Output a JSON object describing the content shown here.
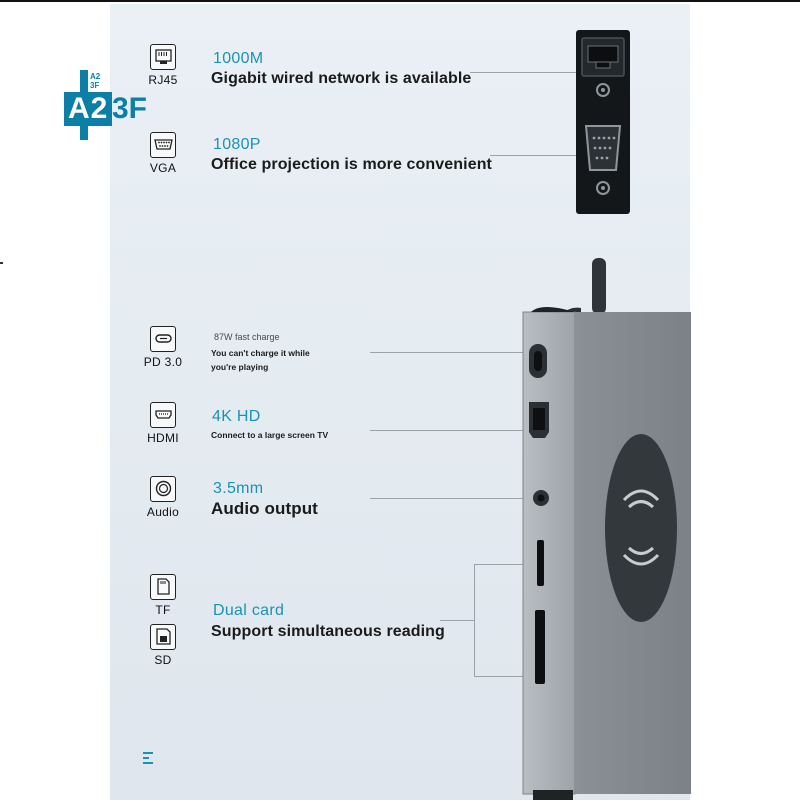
{
  "logo": {
    "big": "A2",
    "big_right": "3F",
    "small_top": "A2",
    "small_bottom": "3F"
  },
  "features": [
    {
      "port_label": "RJ45",
      "headline": "1000M",
      "description": "Gigabit wired network is available",
      "icon": "ethernet-port-icon"
    },
    {
      "port_label": "VGA",
      "headline": "1080P",
      "description": "Office projection is more convenient",
      "icon": "vga-port-icon"
    },
    {
      "port_label": "PD 3.0",
      "headline": "87W fast charge",
      "description_line1": "You can't charge it while",
      "description_line2": "you're playing",
      "icon": "usb-c-port-icon"
    },
    {
      "port_label": "HDMI",
      "headline": "4K HD",
      "description": "Connect to a large screen TV",
      "icon": "hdmi-port-icon"
    },
    {
      "port_label": "Audio",
      "headline": "3.5mm",
      "description": "Audio output",
      "icon": "audio-jack-icon"
    },
    {
      "port_label": "TF",
      "headline": "Dual card",
      "description": "Support simultaneous reading",
      "icon": "tf-card-icon"
    },
    {
      "port_label": "SD",
      "icon": "sd-card-icon"
    }
  ],
  "colors": {
    "accent": "#1a93b2",
    "logo": "#0b7fa6",
    "device_body": "#9aa0a6",
    "background": "#e6edf3"
  }
}
